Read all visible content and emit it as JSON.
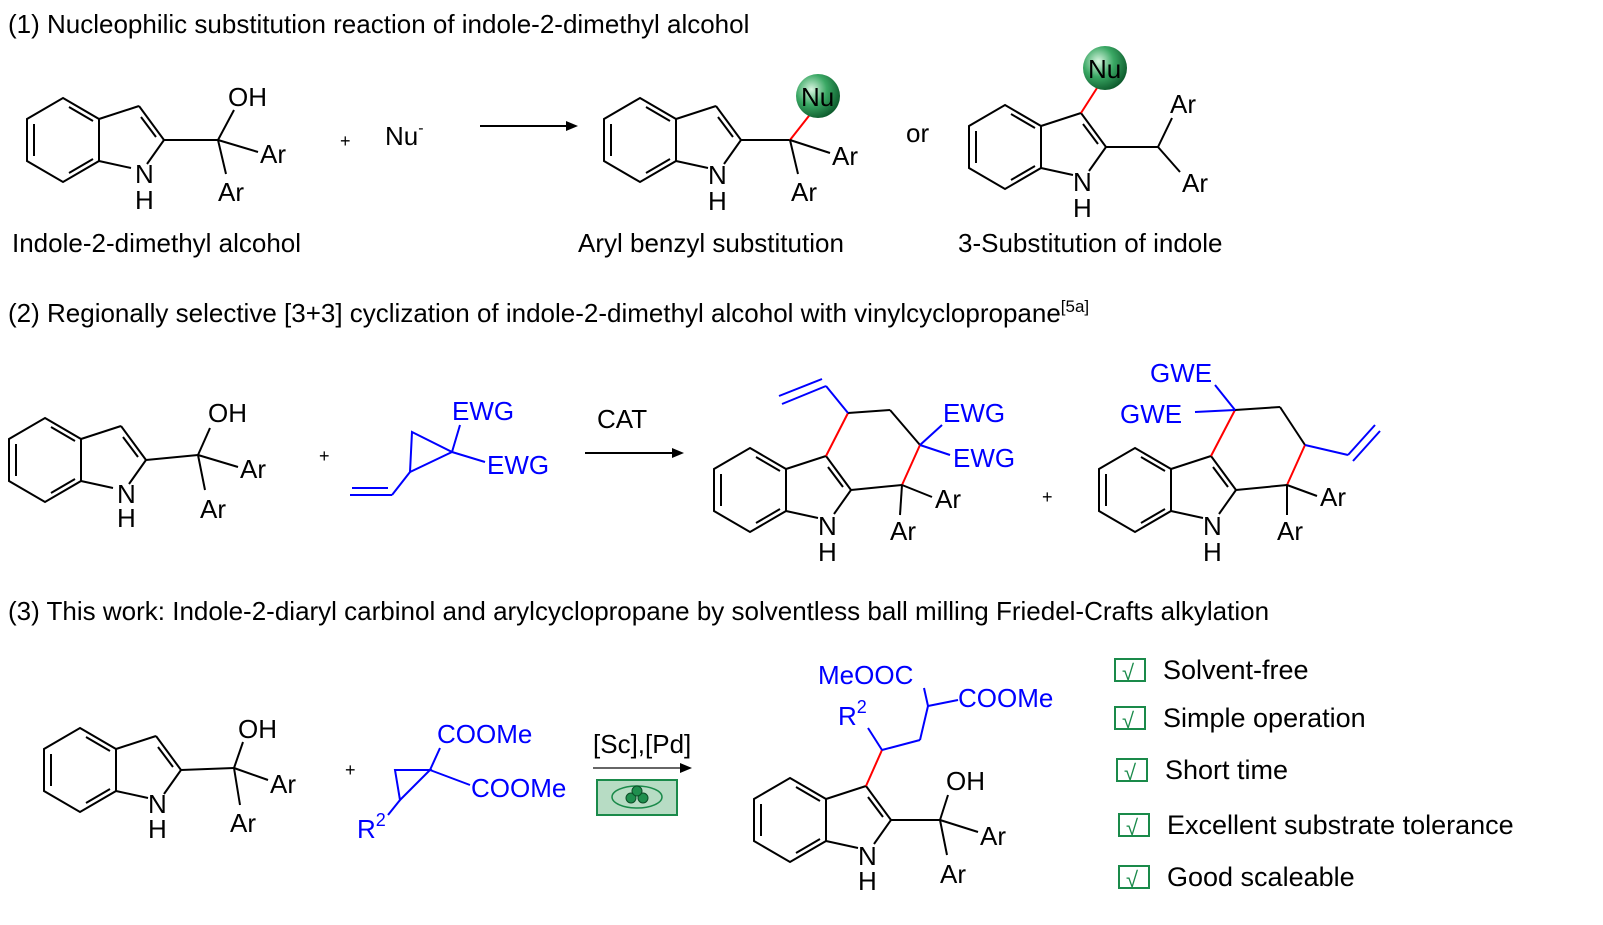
{
  "headings": {
    "s1": "(1) Nucleophilic substitution reaction of indole-2-dimethyl alcohol",
    "s2": "(2) Regionally selective [3+3] cyclization of indole-2-dimethyl alcohol with vinylcyclopropane",
    "s2_ref": "[5a]",
    "s3": "(3) This work: Indole-2-diaryl carbinol and arylcyclopropane by solventless ball milling Friedel-Crafts alkylation"
  },
  "atoms": {
    "N": "N",
    "H": "H",
    "OH": "OH",
    "Ar": "Ar",
    "Nu": "Nu",
    "EWG": "EWG",
    "GWE": "GWE",
    "COOMe": "COOMe",
    "MeOOC": "MeOOC",
    "R": "R",
    "sup2": "2",
    "plus": "+",
    "minus": "-"
  },
  "scheme1": {
    "nucleophile": "Nu",
    "or": "or",
    "captions": [
      "Indole-2-dimethyl alcohol",
      "Aryl benzyl substitution",
      "3-Substitution of indole"
    ]
  },
  "scheme2": {
    "catalyst": "CAT"
  },
  "scheme3": {
    "catalyst": "[Sc],[Pd]"
  },
  "features": [
    "Solvent-free",
    "Simple operation",
    "Short time",
    "Excellent substrate tolerance",
    "Good scaleable"
  ],
  "colors": {
    "substituent": "#0000ff",
    "new_bond": "#ff0000",
    "check": "#1a8a4a",
    "ball": "#2e9e5e"
  }
}
